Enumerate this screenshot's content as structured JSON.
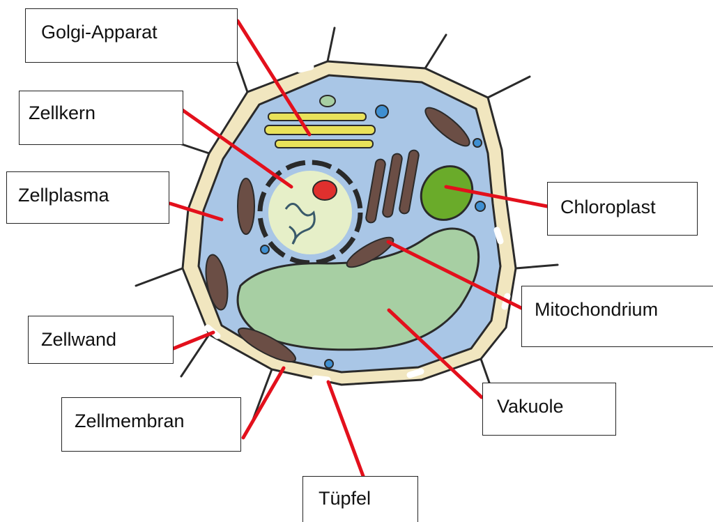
{
  "labels": {
    "golgi": "Golgi-Apparat",
    "zellkern": "Zellkern",
    "zellplasma": "Zellplasma",
    "zellwand": "Zellwand",
    "zellmembran": "Zellmembran",
    "tuepfel": "Tüpfel",
    "vakuole": "Vakuole",
    "mitochondrium": "Mitochondrium",
    "chloroplast": "Chloroplast"
  },
  "colors": {
    "cytoplasm": "#a9c6e6",
    "cell_wall": "#f1e6bf",
    "outline": "#2a2a2a",
    "leader_line": "#e3101c",
    "nucleus": "#e6efc8",
    "nucleolus": "#e0302e",
    "chloroplast": "#6aab2a",
    "vacuole": "#a7cfa3",
    "mitochondrion": "#6b4e45",
    "golgi": "#e9e25a",
    "vesicle": "#3f8fd1"
  }
}
